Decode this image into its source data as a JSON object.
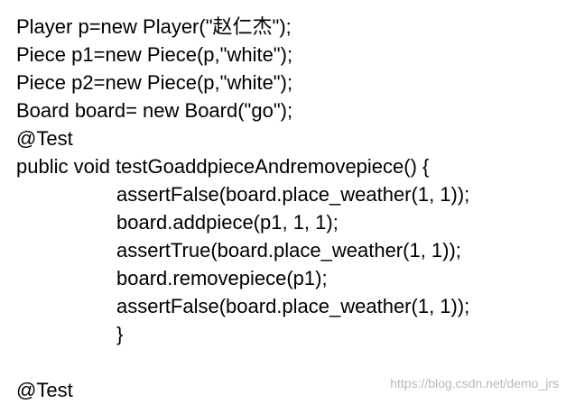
{
  "document": {
    "lines": [
      "Player p=new Player(\"赵仁杰\");",
      "Piece p1=new Piece(p,\"white\");",
      "Piece p2=new Piece(p,\"white\");",
      "Board board= new Board(\"go\");",
      "@Test",
      "public void testGoaddpieceAndremovepiece() {",
      "assertFalse(board.place_weather(1, 1));",
      "board.addpiece(p1, 1, 1);",
      "assertTrue(board.place_weather(1, 1));",
      "board.removepiece(p1);",
      "assertFalse(board.place_weather(1, 1));",
      "}",
      "",
      "@Test"
    ],
    "watermark": "https://blog.csdn.net/demo_jrs"
  }
}
